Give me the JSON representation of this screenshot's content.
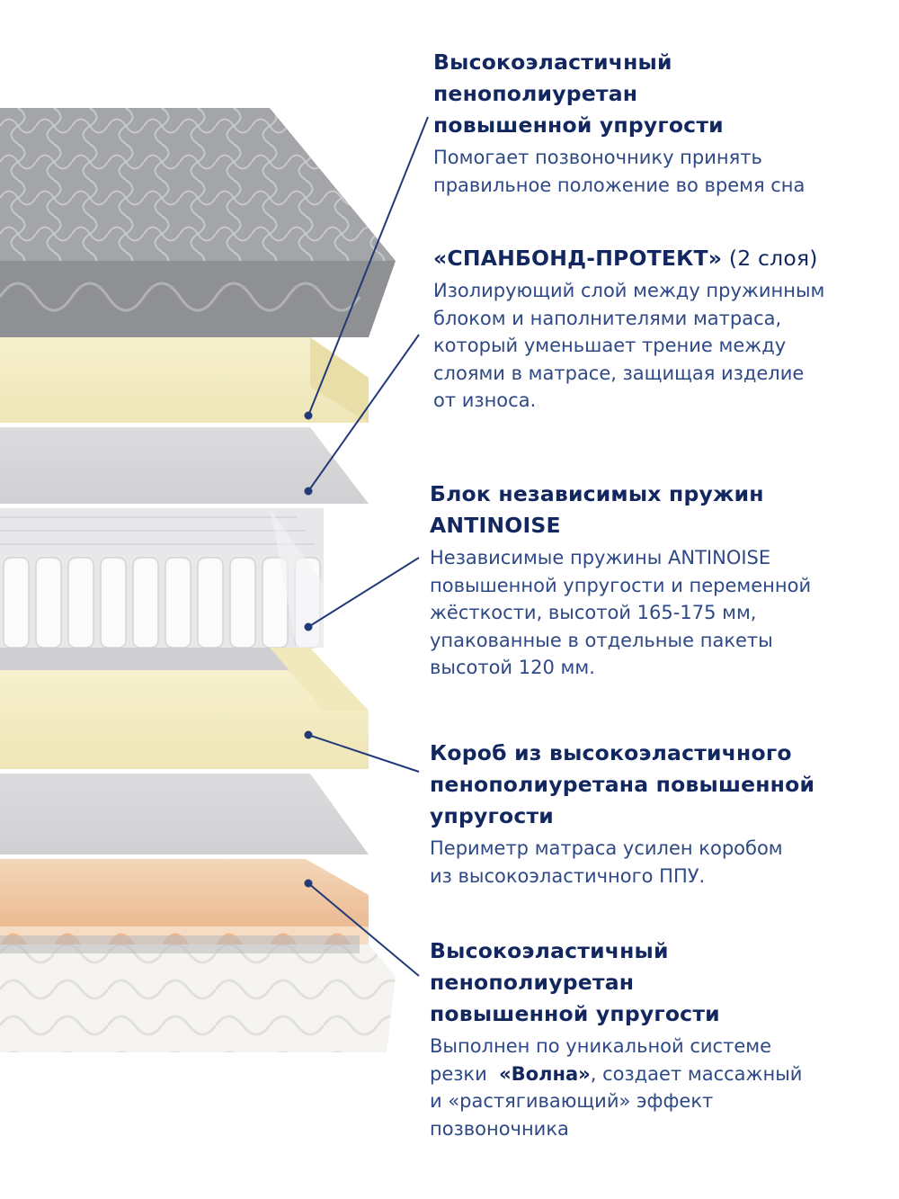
{
  "colors": {
    "title": "#12275f",
    "body_text": "#2e4985",
    "leader_line": "#233a77",
    "top_quilt": "#a4a5a8",
    "foam_yellow": "#f3edc4",
    "spunbond_gray": "#d5d5d7",
    "spring": "#f2f2f3",
    "foam_peach": "#f0c9a4",
    "bottom_cover": "#f5f4f1"
  },
  "layers": [
    {
      "title_lines": [
        "Высокоэластичный",
        "пенополиуретан",
        "повышенной упругости"
      ],
      "desc_lines": [
        "Помогает позвоночнику принять",
        "правильное положение во время сна"
      ]
    },
    {
      "title_main": "«СПАНБОНД-ПРОТЕКТ»",
      "title_suffix": " (2 слоя)",
      "desc_lines": [
        "Изолирующий слой между пружинным",
        "блоком и наполнителями матраса,",
        "который уменьшает трение между",
        "слоями в матрасе, защищая изделие",
        "от износа."
      ]
    },
    {
      "title_lines": [
        "Блок независимых пружин",
        "ANTINOISE"
      ],
      "desc_lines": [
        "Независимые пружины ANTINOISE",
        "повышенной упругости и переменной",
        "жёсткости, высотой 165-175 мм,",
        "упакованные в отдельные пакеты",
        "высотой 120 мм."
      ]
    },
    {
      "title_lines": [
        "Короб из высокоэластичного",
        "пенополиуретана повышенной",
        "упругости"
      ],
      "desc_lines": [
        "Периметр матраса усилен коробом",
        "из высокоэластичного ППУ."
      ]
    },
    {
      "title_lines": [
        "Высокоэластичный",
        "пенополиуретан",
        "повышенной упругости"
      ],
      "desc_line1_a": "Выполнен по уникальной  системе",
      "desc_line2_a": "резки  ",
      "desc_line2_bold": "«Волна»",
      "desc_line2_b": ", создает массажный",
      "desc_line3": "и «растягивающий» эффект",
      "desc_line4": "позвоночника"
    }
  ]
}
